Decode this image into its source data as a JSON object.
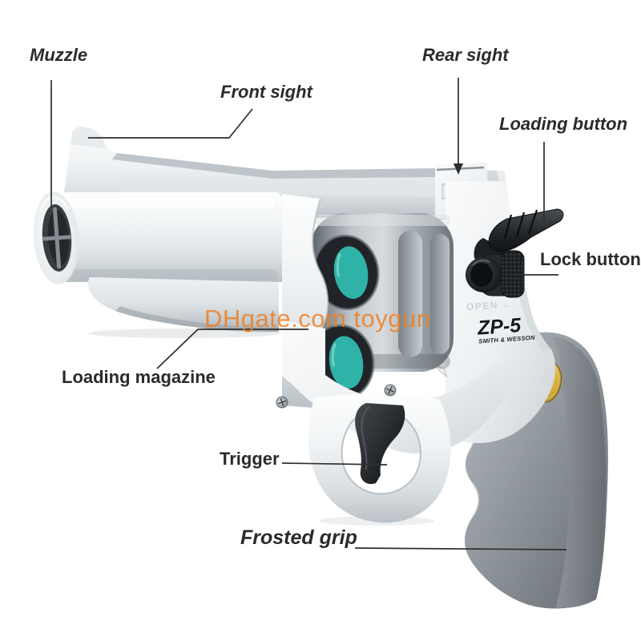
{
  "callouts": {
    "muzzle": "Muzzle",
    "front_sight": "Front sight",
    "rear_sight": "Rear sight",
    "loading_button": "Loading button",
    "lock_button": "Lock button",
    "loading_magazine": "Loading magazine",
    "trigger": "Trigger",
    "frosted_grip": "Frosted grip"
  },
  "watermark": {
    "text": "DHgate.com toygun",
    "color": "#F07D1D"
  },
  "gun_markings": {
    "model": "ZP-5",
    "brand": "SMITH & WESSON",
    "frame_emboss": "OPEN ←"
  },
  "colors": {
    "label_text": "#2B2B2B",
    "watermark_orange": "#F07D1D",
    "bullet_teal": "#2FB3A8",
    "frame_white": "#EFF2F4",
    "cylinder_gray": "#9AA1A7",
    "grip_gray": "#7F868C",
    "medallion_gold": "#D9B13B",
    "hardware_black": "#1B1E21",
    "leader_line": "#2E2E2E"
  }
}
